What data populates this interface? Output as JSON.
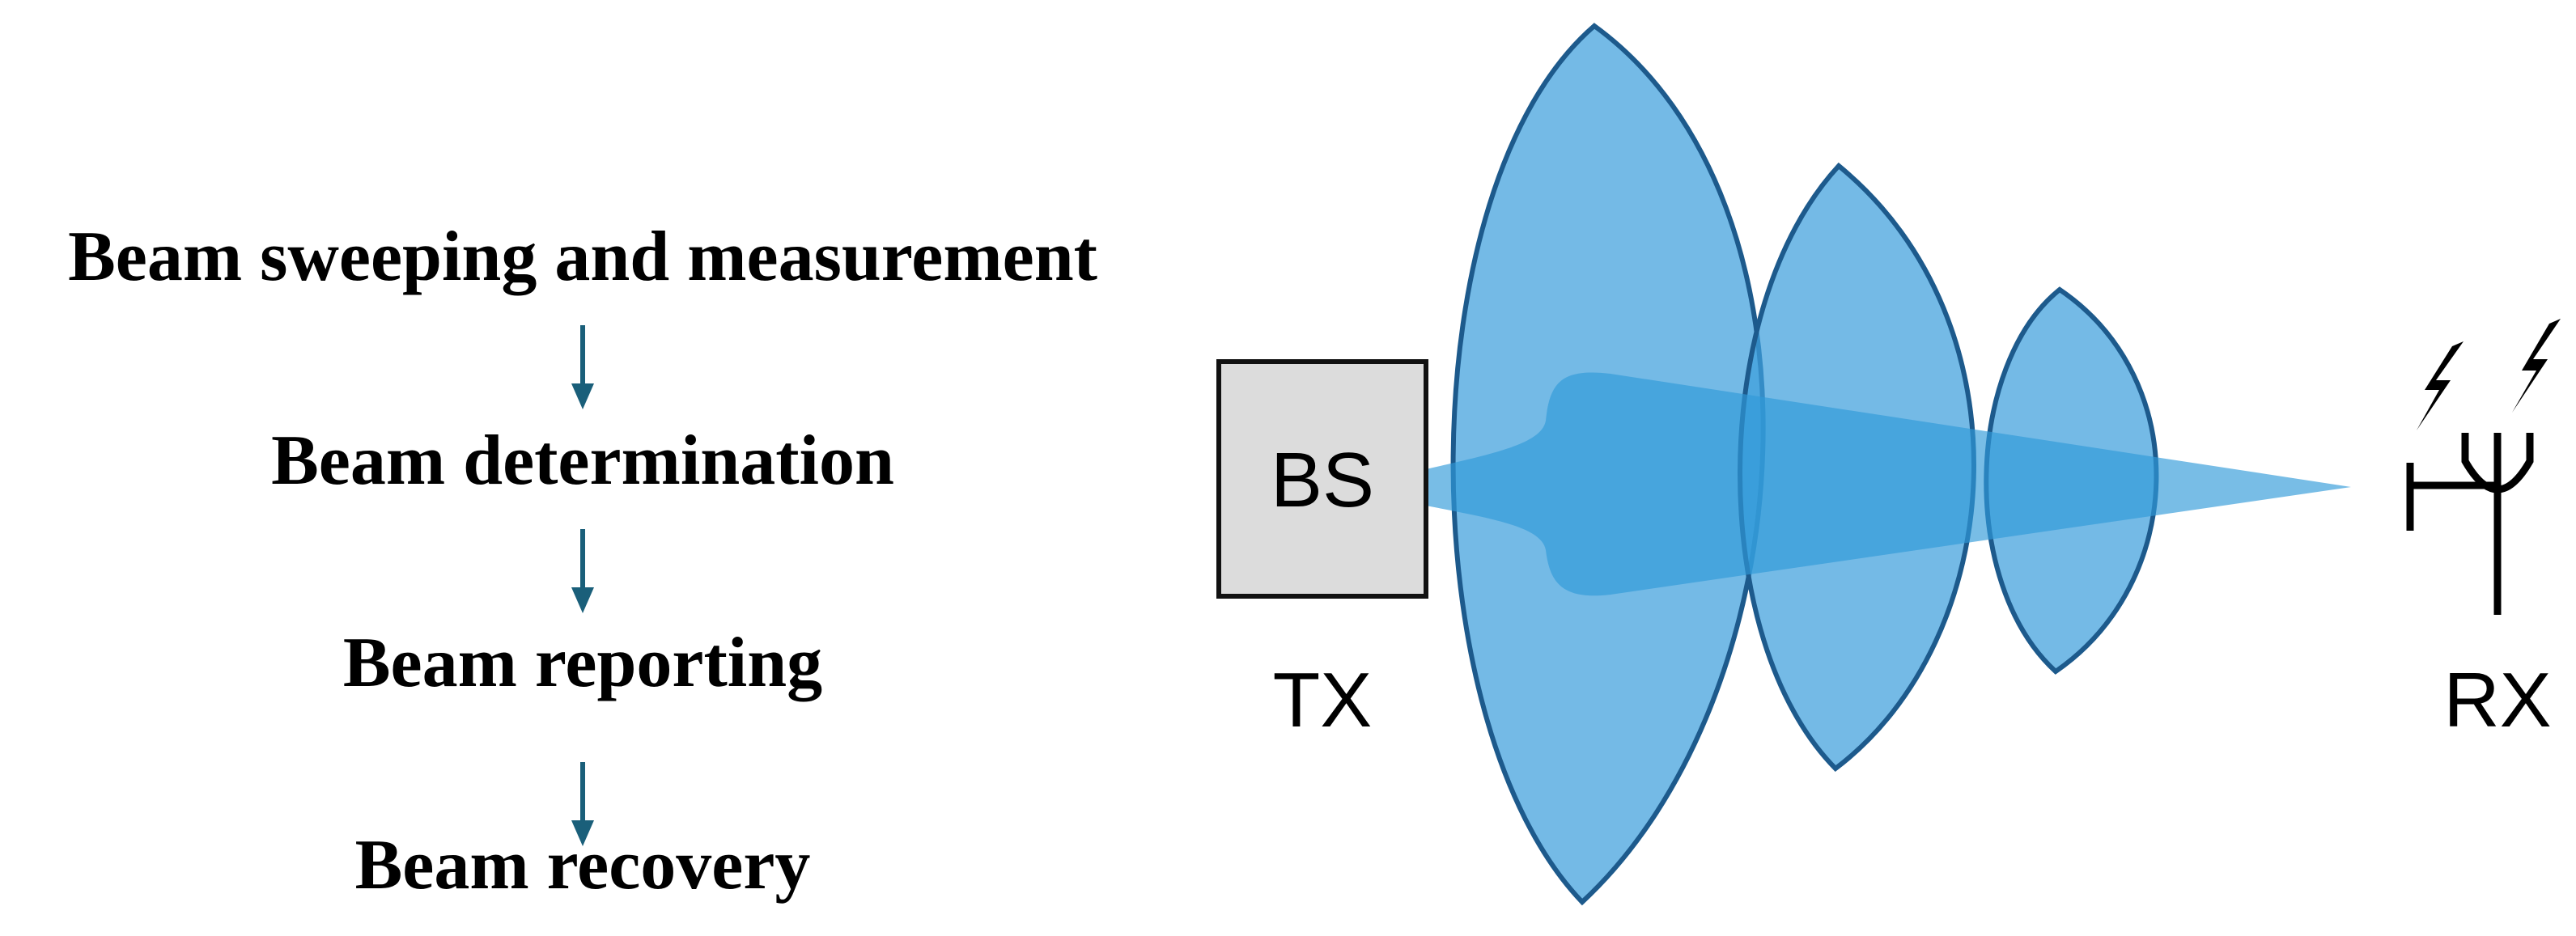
{
  "process_steps": [
    {
      "label": "Beam sweeping and measurement"
    },
    {
      "label": "Beam determination"
    },
    {
      "label": "Beam reporting"
    },
    {
      "label": "Beam recovery"
    }
  ],
  "transmitter": {
    "box_label": "BS",
    "caption": "TX"
  },
  "receiver": {
    "caption": "RX",
    "icon": "antenna-icon"
  },
  "colors": {
    "arrow": "#1a5f7a",
    "beam_fill": "#3f9fdc",
    "beam_stroke": "#1d5a8c",
    "main_beam_fill": "#2f9ad8",
    "bs_box_fill": "#dcdcdc",
    "text": "#000000"
  }
}
